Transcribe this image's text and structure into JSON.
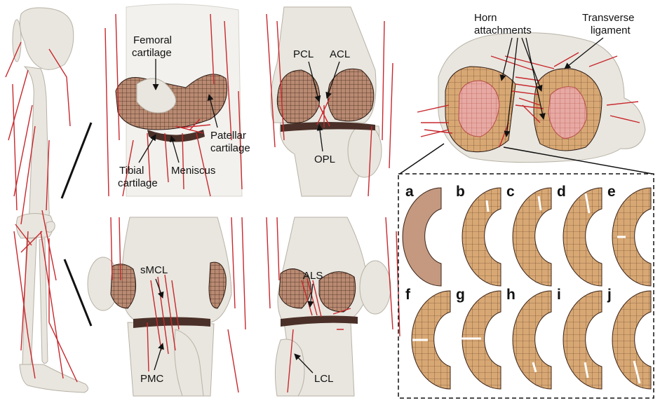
{
  "labels": {
    "femoral_cartilage": [
      "Femoral",
      "cartilage"
    ],
    "patellar_cartilage": [
      "Patellar",
      "cartilage"
    ],
    "tibial_cartilage": [
      "Tibial",
      "cartilage"
    ],
    "meniscus": "Meniscus",
    "pcl": "PCL",
    "acl": "ACL",
    "opl": "OPL",
    "smcl": "sMCL",
    "pmc": "PMC",
    "als": "ALS",
    "lcl": "LCL",
    "horn_attachments": [
      "Horn",
      "attachments"
    ],
    "transverse_ligament": [
      "Transverse",
      "ligament"
    ]
  },
  "panels": [
    "a",
    "b",
    "c",
    "d",
    "e",
    "f",
    "g",
    "h",
    "i",
    "j"
  ],
  "colors": {
    "bone": "#e9e6df",
    "ligament": "#c8282d",
    "meniscus_tan": "#d8a874",
    "mesh_line": "#5a3a22"
  }
}
